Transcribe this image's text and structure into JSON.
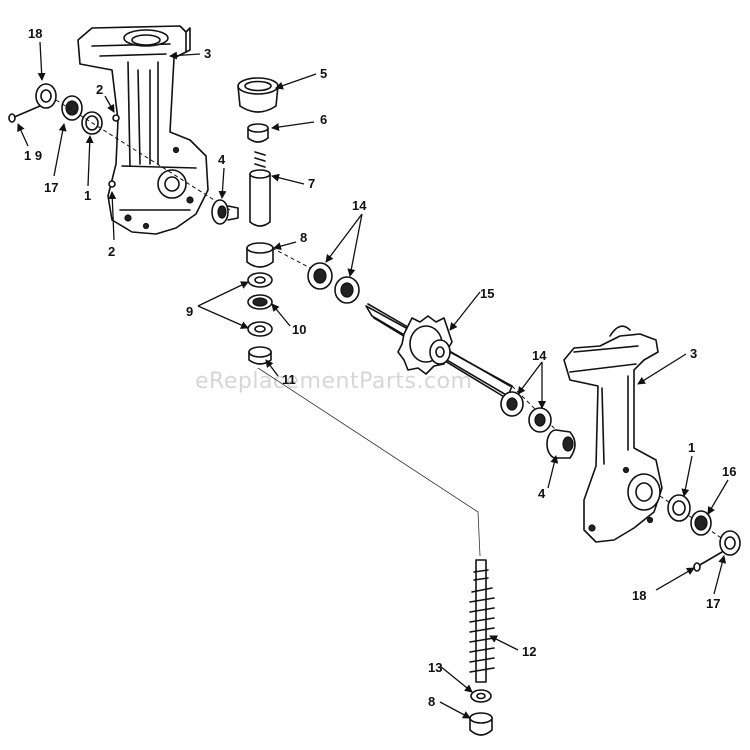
{
  "diagram": {
    "watermark": "eReplacementParts.com",
    "callouts": {
      "c18a": "18",
      "c19": "1 9",
      "c17a": "17",
      "c1a": "1",
      "c2a": "2",
      "c2b": "2",
      "c3a": "3",
      "c4a": "4",
      "c5": "5",
      "c6": "6",
      "c7": "7",
      "c8a": "8",
      "c14a": "14",
      "c9": "9",
      "c10": "10",
      "c11": "11",
      "c15": "15",
      "c14b": "14",
      "c3b": "3",
      "c4b": "4",
      "c1b": "1",
      "c16": "16",
      "c18b": "18",
      "c17b": "17",
      "c12": "12",
      "c13": "13",
      "c8b": "8"
    }
  }
}
